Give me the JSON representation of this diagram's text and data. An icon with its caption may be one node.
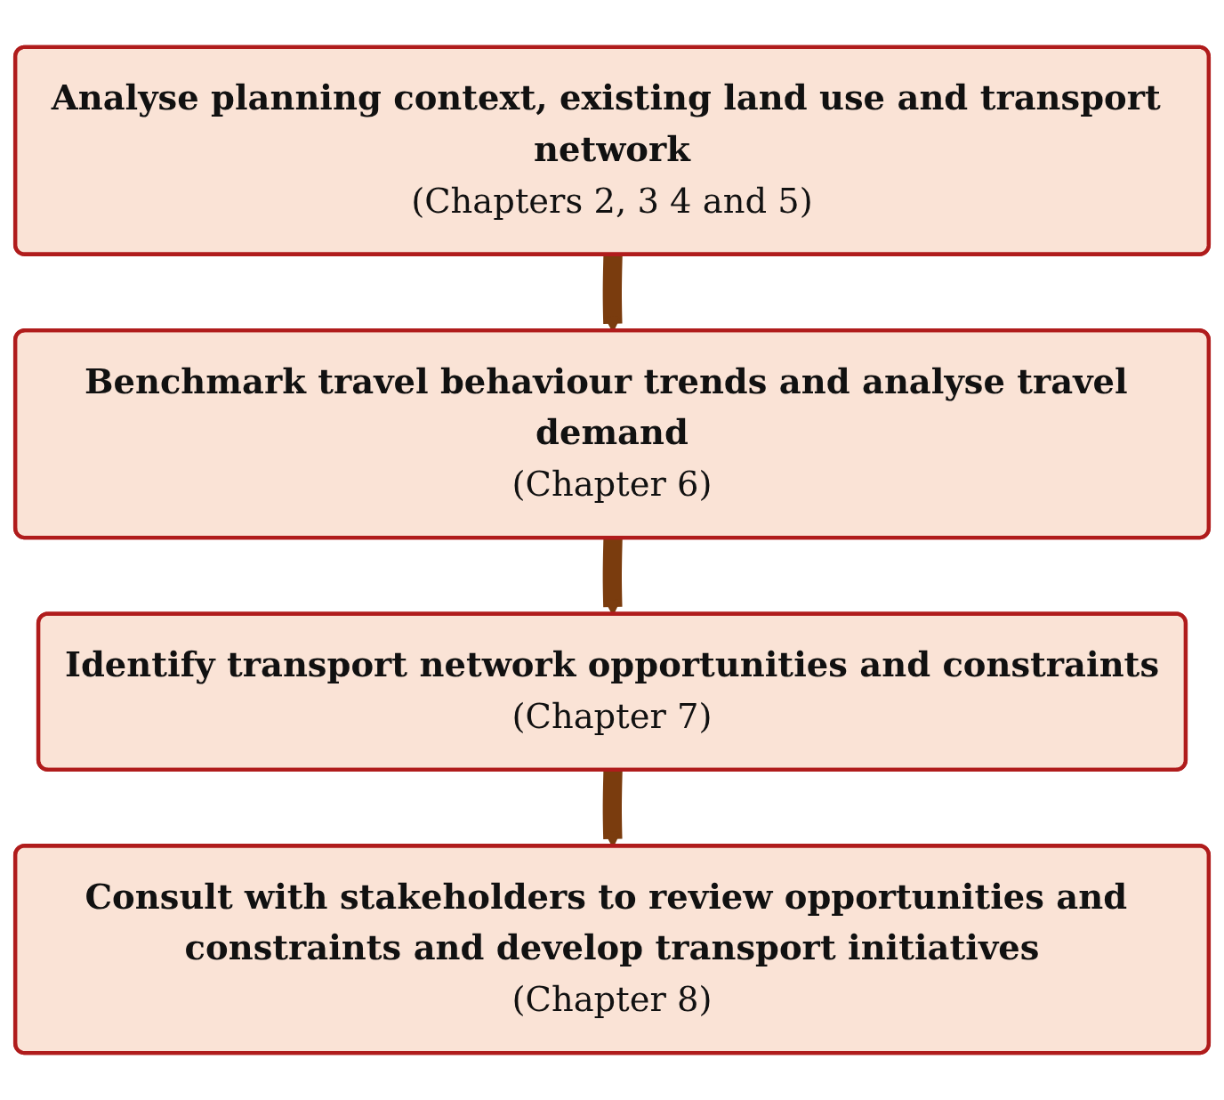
{
  "diagram": {
    "nodes": [
      {
        "text": [
          "Analyse planning context, existing land use and transport network",
          "(Chapters 2, 3 4 and 5)"
        ]
      },
      {
        "text": [
          "Benchmark travel behaviour trends and analyse travel demand",
          "(Chapter 6)"
        ]
      },
      {
        "text": [
          "Identify transport network opportunities and constraints",
          "(Chapter 7)"
        ]
      },
      {
        "text": [
          "Consult with stakeholders to review opportunities and constraints and develop transport initiatives",
          "(Chapter 8)"
        ]
      }
    ],
    "edges": [
      {
        "from": 0,
        "to": 1,
        "arrow": "to"
      },
      {
        "from": 1,
        "to": 2,
        "arrow": "to"
      },
      {
        "from": 2,
        "to": 3,
        "arrow": "to"
      }
    ]
  }
}
